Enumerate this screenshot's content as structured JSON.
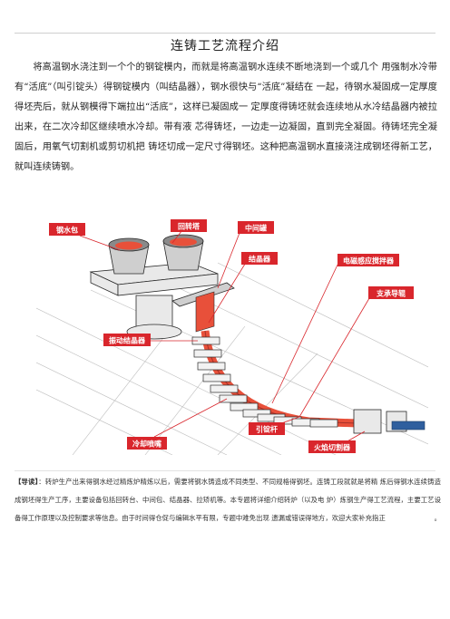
{
  "document": {
    "title": "连铸工艺流程介绍",
    "intro": "将高温钢水浇注到一个个的钢锭模内，而就是将高温钢水连续不断地浇到一个或几个 用强制水冷带有“活底”（叫引锭头）得钢锭模内（叫结晶器），钢水很快与“活底”凝结在 一起，待钢水凝固成一定厚度得坯壳后，就从钢模得下端拉出“活底”，这样已凝固成一 定厚度得铸坯就会连续地从水冷结晶器内被拉出来，在二次冷却区继续喷水冷却。带有液 芯得铸坯，一边走一边凝固，直到完全凝固。待铸坯完全凝固后，用氧气切割机或剪切机把 铸坯切成一定尺寸得钢坯。这种把高温钢水直接浇注成钢坯得新工艺，就叫连续铸钢。",
    "guide_lead": "【导读】",
    "guide_body": "：转炉生产出来得钢水经过精炼炉精炼以后，需要将钢水铸造成不同类型、不同规格得钢坯。连铸工段就就是将精 炼后得钢水连续铸造成钢坯得生产工序，主要设备包括回转台、中间包、结晶器、拉矫机等。本专题将详细介绍转炉（以及电 炉）炼钢生产得工艺流程，主要工艺设备得工作原理以及控制要求等信息。由于时间得仓促与编辑水平有限，专题中难免出现  遗漏或错误得地方，欢迎大家补充指正",
    "guide_tail": "。"
  },
  "figure": {
    "labels": {
      "ladle": "钢水包",
      "turret": "回转塔",
      "tundish": "中间罐",
      "mold": "结晶器",
      "stirrer": "电磁感应搅拌器",
      "support": "支承导辊",
      "osc_mold": "振动结晶器",
      "spray": "冷却喷嘴",
      "dummy_bar": "引锭杆",
      "torch": "火焰切割器"
    },
    "colors": {
      "label_bg": "#d9262c",
      "label_text": "#ffffff",
      "steel_hot": "#e8503a",
      "frame": "#2a2a2a",
      "slab": "#2f5f9e",
      "ground": "#bdbdbd"
    }
  }
}
